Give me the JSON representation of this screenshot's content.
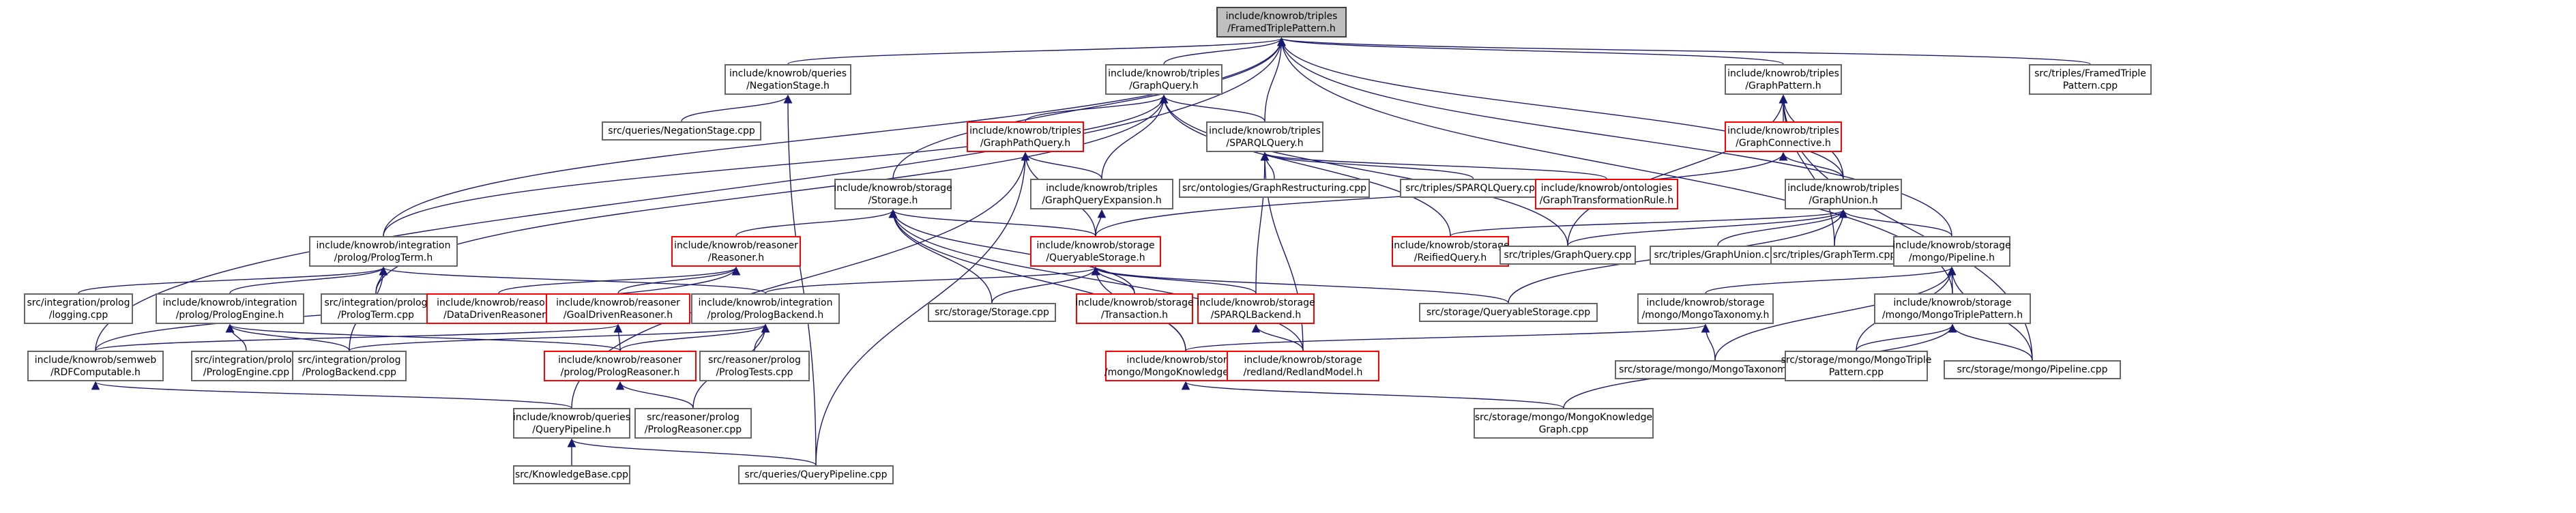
{
  "colors": {
    "edge": "#191970",
    "border": "#666666",
    "red_border": "#ff0000",
    "root_fill": "#bfbfbf"
  },
  "nodes": [
    {
      "id": "root",
      "lines": [
        "include/knowrob/triples",
        "/FramedTriplePattern.h"
      ],
      "style": "root"
    },
    {
      "id": "negstage_h",
      "lines": [
        "include/knowrob/queries",
        "/NegationStage.h"
      ]
    },
    {
      "id": "graphquery_h",
      "lines": [
        "include/knowrob/triples",
        "/GraphQuery.h"
      ]
    },
    {
      "id": "graphpattern_h",
      "lines": [
        "include/knowrob/triples",
        "/GraphPattern.h"
      ]
    },
    {
      "id": "framed_cpp",
      "lines": [
        "src/triples/FramedTriple",
        "Pattern.cpp"
      ]
    },
    {
      "id": "negstage_cpp",
      "lines": [
        "src/queries/NegationStage.cpp"
      ]
    },
    {
      "id": "graphpathquery_h",
      "lines": [
        "include/knowrob/triples",
        "/GraphPathQuery.h"
      ],
      "style": "red"
    },
    {
      "id": "sparqlquery_h",
      "lines": [
        "include/knowrob/triples",
        "/SPARQLQuery.h"
      ]
    },
    {
      "id": "graphconnective_h",
      "lines": [
        "include/knowrob/triples",
        "/GraphConnective.h"
      ],
      "style": "red"
    },
    {
      "id": "storage_h",
      "lines": [
        "include/knowrob/storage",
        "/Storage.h"
      ]
    },
    {
      "id": "gqexpansion_h",
      "lines": [
        "include/knowrob/triples",
        "/GraphQueryExpansion.h"
      ]
    },
    {
      "id": "graphrestructuring_cpp",
      "lines": [
        "src/ontologies/GraphRestructuring.cpp"
      ]
    },
    {
      "id": "sparqlquery_cpp",
      "lines": [
        "src/triples/SPARQLQuery.cpp"
      ]
    },
    {
      "id": "graphtransform_h",
      "lines": [
        "include/knowrob/ontologies",
        "/GraphTransformationRule.h"
      ],
      "style": "red"
    },
    {
      "id": "graphunion_h",
      "lines": [
        "include/knowrob/triples",
        "/GraphUnion.h"
      ]
    },
    {
      "id": "prologterm_h",
      "lines": [
        "include/knowrob/integration",
        "/prolog/PrologTerm.h"
      ]
    },
    {
      "id": "reasoner_h",
      "lines": [
        "include/knowrob/reasoner",
        "/Reasoner.h"
      ],
      "style": "red"
    },
    {
      "id": "queryablestorage_h",
      "lines": [
        "include/knowrob/storage",
        "/QueryableStorage.h"
      ],
      "style": "red"
    },
    {
      "id": "reifiedquery_h",
      "lines": [
        "include/knowrob/storage",
        "/ReifiedQuery.h"
      ],
      "style": "red"
    },
    {
      "id": "graphquery_cpp",
      "lines": [
        "src/triples/GraphQuery.cpp"
      ]
    },
    {
      "id": "graphunion_cpp",
      "lines": [
        "src/triples/GraphUnion.cpp"
      ]
    },
    {
      "id": "graphterm_cpp",
      "lines": [
        "src/triples/GraphTerm.cpp"
      ]
    },
    {
      "id": "pipeline_h",
      "lines": [
        "include/knowrob/storage",
        "/mongo/Pipeline.h"
      ]
    },
    {
      "id": "logging_cpp",
      "lines": [
        "src/integration/prolog",
        "/logging.cpp"
      ]
    },
    {
      "id": "prologengine_h",
      "lines": [
        "include/knowrob/integration",
        "/prolog/PrologEngine.h"
      ]
    },
    {
      "id": "prologterm_cpp",
      "lines": [
        "src/integration/prolog",
        "/PrologTerm.cpp"
      ]
    },
    {
      "id": "datadriven_h",
      "lines": [
        "include/knowrob/reasoner",
        "/DataDrivenReasoner.h"
      ],
      "style": "red"
    },
    {
      "id": "goaldriven_h",
      "lines": [
        "include/knowrob/reasoner",
        "/GoalDrivenReasoner.h"
      ],
      "style": "red"
    },
    {
      "id": "prologbackend_h",
      "lines": [
        "include/knowrob/integration",
        "/prolog/PrologBackend.h"
      ]
    },
    {
      "id": "storage_cpp",
      "lines": [
        "src/storage/Storage.cpp"
      ]
    },
    {
      "id": "transaction_h",
      "lines": [
        "include/knowrob/storage",
        "/Transaction.h"
      ],
      "style": "red"
    },
    {
      "id": "sparqlbackend_h",
      "lines": [
        "include/knowrob/storage",
        "/SPARQLBackend.h"
      ],
      "style": "red"
    },
    {
      "id": "queryablestorage_cpp",
      "lines": [
        "src/storage/QueryableStorage.cpp"
      ]
    },
    {
      "id": "mongotaxonomy_h",
      "lines": [
        "include/knowrob/storage",
        "/mongo/MongoTaxonomy.h"
      ]
    },
    {
      "id": "mongotriplepattern_h",
      "lines": [
        "include/knowrob/storage",
        "/mongo/MongoTriplePattern.h"
      ]
    },
    {
      "id": "rdfcomputable_h",
      "lines": [
        "include/knowrob/semweb",
        "/RDFComputable.h"
      ]
    },
    {
      "id": "prologengine_cpp",
      "lines": [
        "src/integration/prolog",
        "/PrologEngine.cpp"
      ]
    },
    {
      "id": "prologbackend_cpp",
      "lines": [
        "src/integration/prolog",
        "/PrologBackend.cpp"
      ]
    },
    {
      "id": "prologreasoner_h",
      "lines": [
        "include/knowrob/reasoner",
        "/prolog/PrologReasoner.h"
      ],
      "style": "red"
    },
    {
      "id": "prologtests_cpp",
      "lines": [
        "src/reasoner/prolog",
        "/PrologTests.cpp"
      ]
    },
    {
      "id": "mongokg_h",
      "lines": [
        "include/knowrob/storage",
        "/mongo/MongoKnowledgeGraph.h"
      ],
      "style": "red"
    },
    {
      "id": "redlandmodel_h",
      "lines": [
        "include/knowrob/storage",
        "/redland/RedlandModel.h"
      ],
      "style": "red"
    },
    {
      "id": "mongotaxonomy_cpp",
      "lines": [
        "src/storage/mongo/MongoTaxonomy.cpp"
      ]
    },
    {
      "id": "mongotriplepattern_cpp",
      "lines": [
        "src/storage/mongo/MongoTriple",
        "Pattern.cpp"
      ]
    },
    {
      "id": "pipeline_cpp",
      "lines": [
        "src/storage/mongo/Pipeline.cpp"
      ]
    },
    {
      "id": "querypipeline_h",
      "lines": [
        "include/knowrob/queries",
        "/QueryPipeline.h"
      ]
    },
    {
      "id": "prologreasoner_cpp",
      "lines": [
        "src/reasoner/prolog",
        "/PrologReasoner.cpp"
      ]
    },
    {
      "id": "mongokg_cpp",
      "lines": [
        "src/storage/mongo/MongoKnowledge",
        "Graph.cpp"
      ]
    },
    {
      "id": "knowledgebase_cpp",
      "lines": [
        "src/KnowledgeBase.cpp"
      ]
    },
    {
      "id": "querypipeline_cpp",
      "lines": [
        "src/queries/QueryPipeline.cpp"
      ]
    }
  ]
}
